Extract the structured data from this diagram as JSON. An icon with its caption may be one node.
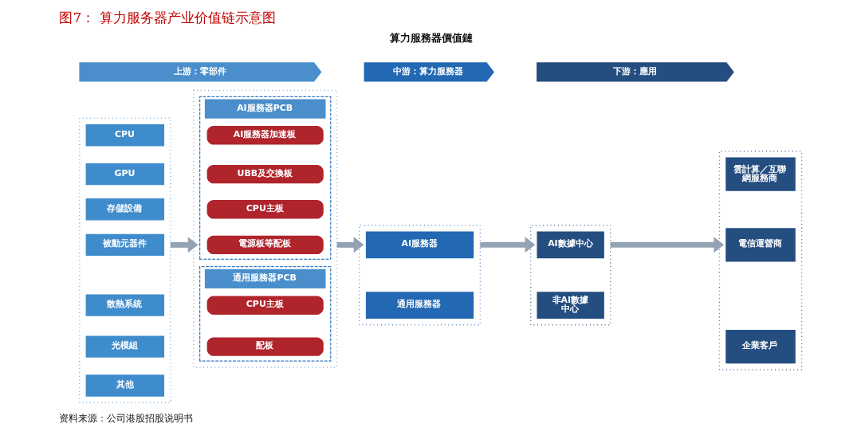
{
  "diagram": {
    "title": "图7： 算力服务器产业价值链示意图",
    "caption": "资料来源：公司港股招股说明书",
    "nodes": [
      {
        "text": [
          "上游：零部件"
        ]
      },
      {
        "text": [
          "中游：算力服務器"
        ]
      },
      {
        "text": [
          "下游：應用"
        ]
      },
      {
        "text": [],
        "shape": "box"
      },
      {
        "text": [
          "CPU"
        ],
        "in": 3
      },
      {
        "text": [
          "GPU"
        ],
        "in": 3
      },
      {
        "text": [
          "存儲設備"
        ],
        "in": 3
      },
      {
        "text": [
          "被動元器件"
        ],
        "in": 3
      },
      {
        "text": [
          "散熱系統"
        ],
        "in": 3
      },
      {
        "text": [
          "光模組"
        ],
        "in": 3
      },
      {
        "text": [
          "其他"
        ],
        "in": 3
      },
      {
        "text": [],
        "shape": "box"
      },
      {
        "text": [
          "AI服務器PCB"
        ],
        "in": 11
      },
      {
        "text": [
          "AI服務器加速板"
        ],
        "in": 12
      },
      {
        "text": [
          "UBB及交換板"
        ],
        "in": 12
      },
      {
        "text": [
          "CPU主板"
        ],
        "in": 12
      },
      {
        "text": [
          "電源板等配板"
        ],
        "in": 12
      },
      {
        "text": [
          "通用服務器PCB"
        ],
        "in": 11
      },
      {
        "text": [
          "CPU主板"
        ],
        "in": 17
      },
      {
        "text": [
          "配板"
        ],
        "in": 17
      },
      {
        "text": [],
        "shape": "box"
      },
      {
        "text": [
          "AI服務器"
        ],
        "in": 20
      },
      {
        "text": [
          "通用服務器"
        ],
        "in": 20
      },
      {
        "text": [],
        "shape": "box"
      },
      {
        "text": [
          "AI數據中心"
        ],
        "in": 23
      },
      {
        "text": [
          "非AI數據中心"
        ],
        "in": 23
      },
      {
        "text": [],
        "shape": "box"
      },
      {
        "text": [
          "雲計算／互聯網服務商"
        ],
        "in": 26
      },
      {
        "text": [
          "電信運營商"
        ],
        "in": 26
      },
      {
        "text": [
          "企業客戶"
        ],
        "in": 26
      }
    ],
    "edges": [
      {
        "from": 3,
        "to": 11,
        "arrow": "to"
      },
      {
        "from": 11,
        "to": 20,
        "arrow": "to"
      },
      {
        "from": 20,
        "to": 23,
        "arrow": "to"
      },
      {
        "from": 23,
        "to": 26,
        "arrow": "to"
      }
    ],
    "labels": [
      "算力服務器價值鏈"
    ]
  }
}
